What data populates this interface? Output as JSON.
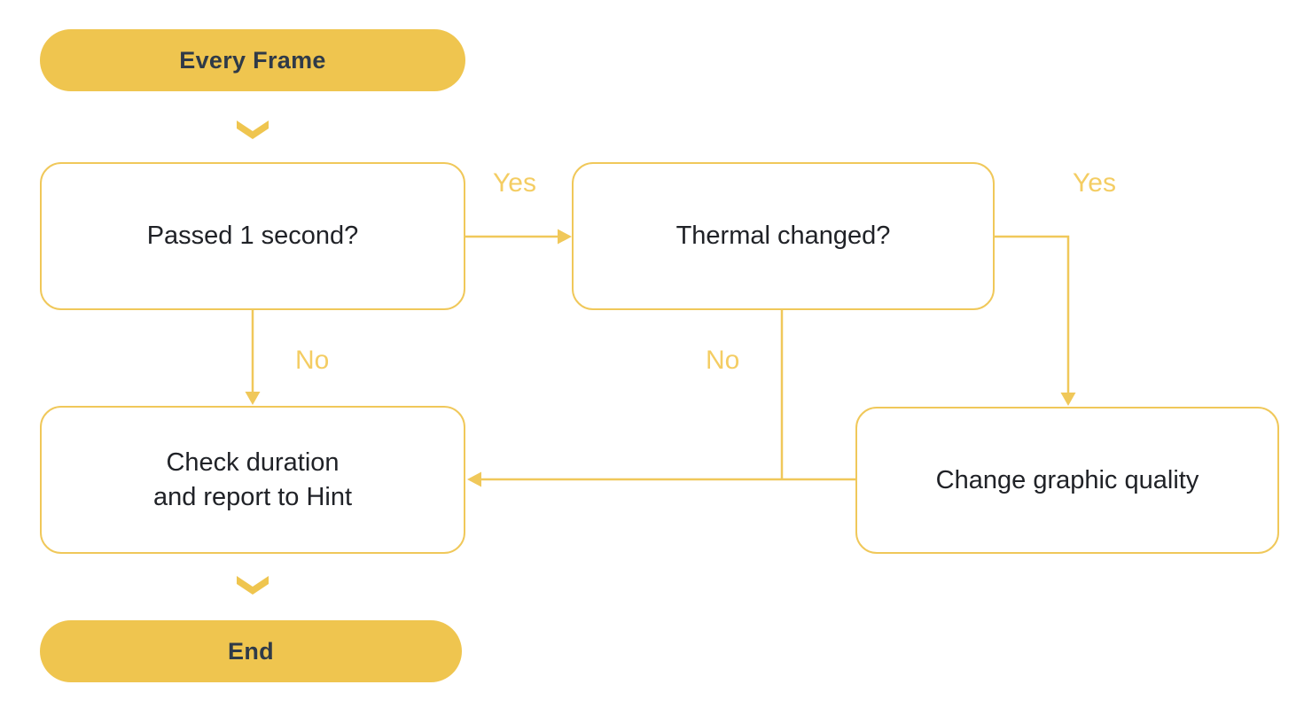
{
  "colors": {
    "background": "#FFFFFF",
    "yellow": "#EFC54F",
    "line_yellow": "#F0C85A",
    "edge_label": "#F4CD63",
    "pill_text": "#2F3A48",
    "box_text": "#202227"
  },
  "flowchart": {
    "start": {
      "label": "Every Frame"
    },
    "nodes": {
      "passed": {
        "label": "Passed 1 second?"
      },
      "thermal": {
        "label": "Thermal changed?"
      },
      "change": {
        "label": "Change graphic quality"
      },
      "check": {
        "lines": [
          "Check duration",
          "and report to Hint"
        ]
      }
    },
    "end": {
      "label": "End"
    },
    "edge_labels": {
      "yes_passed_to_thermal": "Yes",
      "yes_thermal_to_change": "Yes",
      "no_passed_to_check": "No",
      "no_thermal_to_check": "No"
    }
  }
}
